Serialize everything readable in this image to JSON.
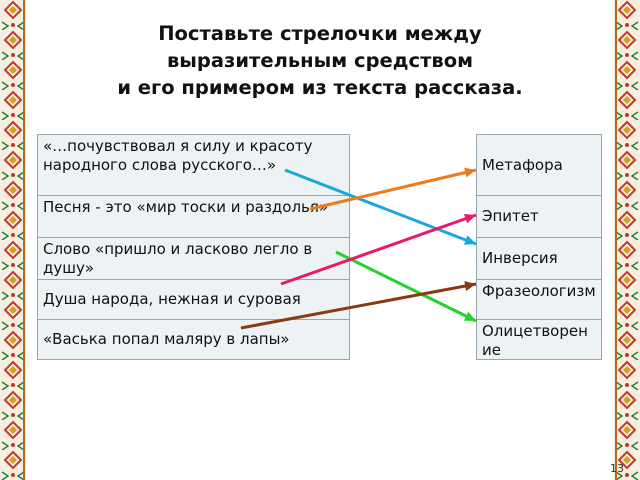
{
  "title": {
    "line1": "Поставьте стрелочки между",
    "line2": "выразительным средством",
    "line3": "и его примером из текста рассказа."
  },
  "examples": [
    "«…почувствовал я силу и красоту народного слова русского…»",
    "Песня - это «мир тоски и раздолья»",
    "Слово «пришло и ласково легло в душу»",
    "Душа народа, нежная и суровая",
    "«Васька попал маляру в лапы»"
  ],
  "devices": [
    "Метафора",
    "Эпитет",
    "Инверсия",
    "Фразеологизм",
    "Олицетворение"
  ],
  "arrows": [
    {
      "from": "«…почувствовал я силу и красоту народного слова русского…»",
      "to": "Инверсия",
      "color": "#1aa7e0"
    },
    {
      "from": "Песня - это «мир тоски и раздолья»",
      "to": "Метафора",
      "color": "#f07a1a"
    },
    {
      "from": "Слово «пришло и ласково легло в душу»",
      "to": "Олицетворение",
      "color": "#22d42a"
    },
    {
      "from": "Душа народа, нежная и суровая",
      "to": "Эпитет",
      "color": "#e8196e"
    },
    {
      "from": "«Васька попал маляру в лапы»",
      "to": "Фразеологизм",
      "color": "#8a3a12"
    }
  ],
  "slide_number": "13"
}
